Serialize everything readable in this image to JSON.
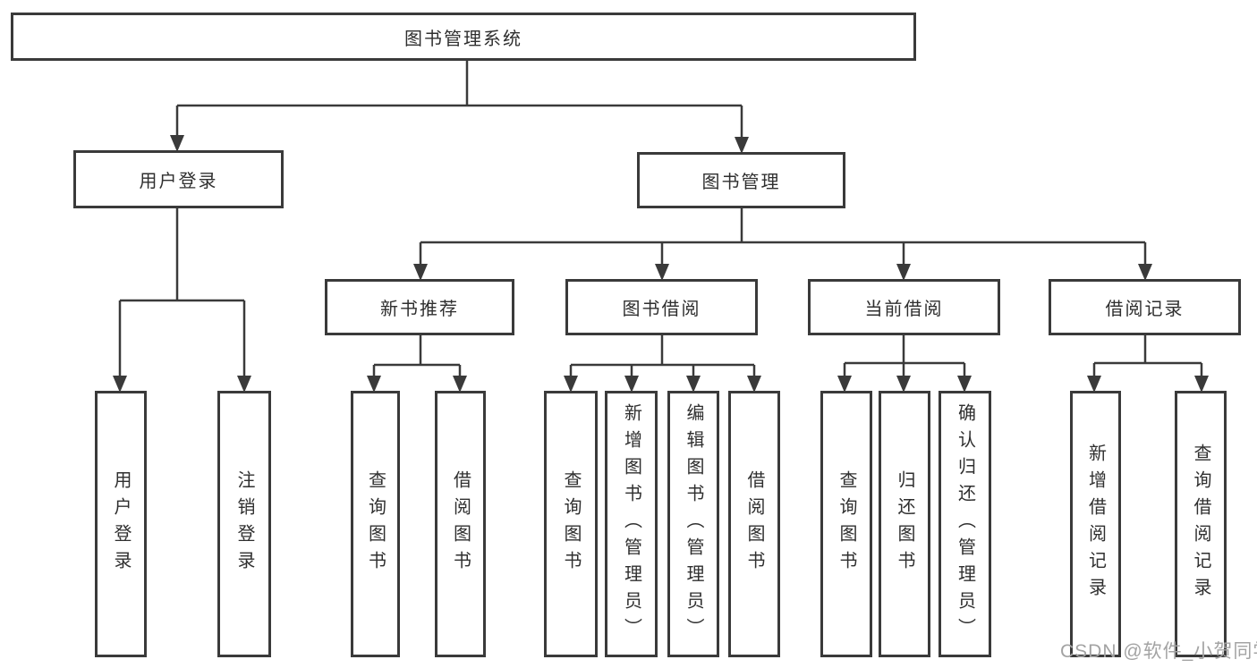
{
  "tree": {
    "root": "图书管理系统",
    "user_login": {
      "label": "用户登录",
      "children": [
        "用户登录",
        "注销登录"
      ]
    },
    "book_mgmt": {
      "label": "图书管理",
      "groups": [
        {
          "label": "新书推荐",
          "children": [
            "查询图书",
            "借阅图书"
          ]
        },
        {
          "label": "图书借阅",
          "children": [
            "查询图书",
            "新增图书（管理员）",
            "编辑图书（管理员）",
            "借阅图书"
          ]
        },
        {
          "label": "当前借阅",
          "children": [
            "查询图书",
            "归还图书",
            "确认归还（管理员）"
          ]
        },
        {
          "label": "借阅记录",
          "children": [
            "新增借阅记录",
            "查询借阅记录"
          ]
        }
      ]
    }
  },
  "colors": {
    "line": "#3a3a3a",
    "text": "#2f2f2f",
    "watermark_text": "#a3a3a3"
  },
  "watermark": "CSDN @软件_小贺同学"
}
